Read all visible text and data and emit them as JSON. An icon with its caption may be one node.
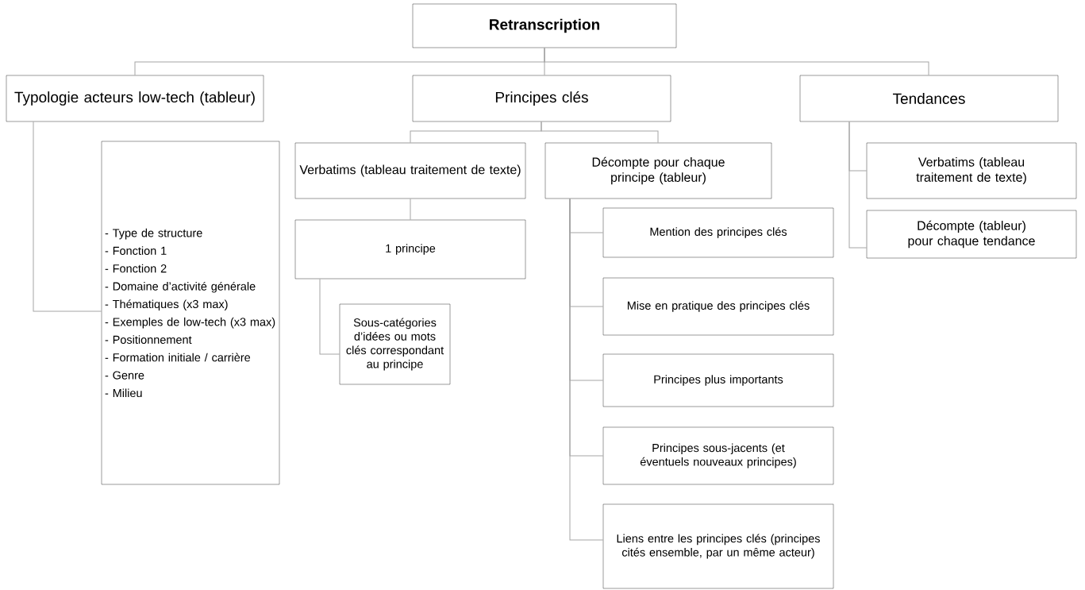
{
  "diagram": {
    "nodes": [
      {
        "text": [
          "Retranscription"
        ]
      },
      {
        "text": [
          "Typologie acteurs low-tech (tableur)"
        ]
      },
      {
        "text": [
          "Principes clés"
        ]
      },
      {
        "text": [
          "Tendances"
        ]
      },
      {
        "text": [
          "- Type de structure",
          "- Fonction 1",
          "- Fonction 2",
          "- Domaine d’activité générale",
          "- Thématiques (x3 max)",
          "- Exemples de low-tech (x3 max)",
          "- Positionnement",
          "- Formation initiale / carrière",
          "- Genre",
          "-  Milieu"
        ]
      },
      {
        "text": [
          "Verbatims (tableau traitement de texte)"
        ]
      },
      {
        "text": [
          "Décompte pour chaque principe (tableur)"
        ]
      },
      {
        "text": [
          "Verbatims (tableau traitement de texte)"
        ]
      },
      {
        "text": [
          "Décompte (tableur) pour chaque tendance"
        ]
      },
      {
        "text": [
          "1 principe"
        ]
      },
      {
        "text": [
          "Sous-catégories d’idées ou mots clés correspondant au principe"
        ]
      },
      {
        "text": [
          "Mention des principes clés"
        ]
      },
      {
        "text": [
          "Mise en pratique des principes clés"
        ]
      },
      {
        "text": [
          "Principes plus importants"
        ]
      },
      {
        "text": [
          "Principes sous-jacents (et éventuels nouveaux principes)"
        ]
      },
      {
        "text": [
          "Liens entre les principes clés (principes cités ensemble, par un même acteur)"
        ]
      }
    ],
    "edges": [
      {
        "from": 0,
        "to": 1,
        "arrow": "none"
      },
      {
        "from": 0,
        "to": 2,
        "arrow": "none"
      },
      {
        "from": 0,
        "to": 3,
        "arrow": "none"
      },
      {
        "from": 1,
        "to": 4,
        "arrow": "none"
      },
      {
        "from": 2,
        "to": 5,
        "arrow": "none"
      },
      {
        "from": 2,
        "to": 6,
        "arrow": "none"
      },
      {
        "from": 3,
        "to": 7,
        "arrow": "none"
      },
      {
        "from": 3,
        "to": 8,
        "arrow": "none"
      },
      {
        "from": 5,
        "to": 9,
        "arrow": "none"
      },
      {
        "from": 9,
        "to": 10,
        "arrow": "none"
      },
      {
        "from": 6,
        "to": 11,
        "arrow": "none"
      },
      {
        "from": 6,
        "to": 12,
        "arrow": "none"
      },
      {
        "from": 6,
        "to": 13,
        "arrow": "none"
      },
      {
        "from": 6,
        "to": 14,
        "arrow": "none"
      },
      {
        "from": 6,
        "to": 15,
        "arrow": "none"
      }
    ]
  }
}
